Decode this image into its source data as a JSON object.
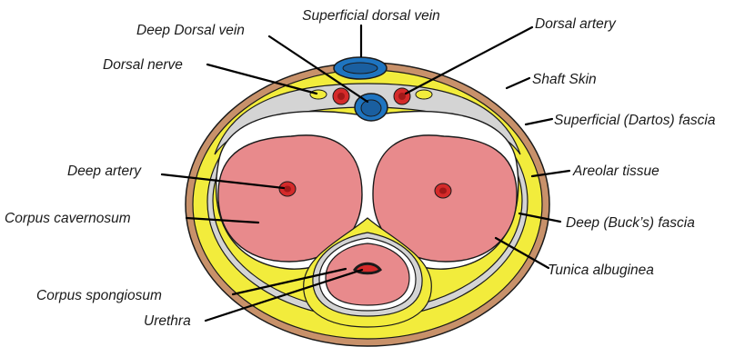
{
  "diagram": {
    "labels": {
      "superficial_dorsal_vein": "Superficial dorsal vein",
      "deep_dorsal_vein": "Deep Dorsal vein",
      "dorsal_artery": "Dorsal artery",
      "dorsal_nerve": "Dorsal nerve",
      "shaft_skin": "Shaft Skin",
      "superficial_fascia": "Superficial (Dartos) fascia",
      "deep_artery": "Deep artery",
      "areolar_tissue": "Areolar tissue",
      "corpus_cavernosum": "Corpus cavernosum",
      "deep_fascia": "Deep (Buck’s) fascia",
      "tunica_albuginea": "Tunica albuginea",
      "corpus_spongiosum": "Corpus spongiosum",
      "urethra": "Urethra"
    },
    "colors": {
      "skin": "#c8916a",
      "fascia_yellow": "#f2ec3c",
      "areolar_gray": "#d4d4d4",
      "tunica_white": "#ffffff",
      "erectile_pink": "#e88a8c",
      "artery_red": "#d42a2a",
      "vein_blue": "#1e74c0",
      "outline": "#1a1a1a",
      "leader": "#000000"
    }
  }
}
